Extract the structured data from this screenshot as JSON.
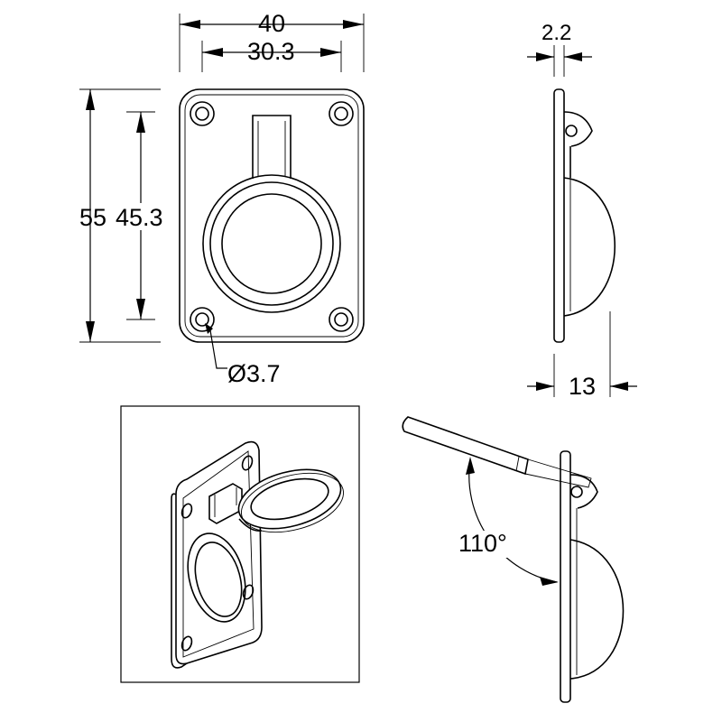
{
  "dimensions": {
    "overall_width": "40",
    "hole_spacing_width": "30.3",
    "overall_height": "55",
    "hole_spacing_height": "45.3",
    "hole_diameter": "Ø3.7",
    "plate_thickness": "2.2",
    "depth": "13",
    "opening_angle": "110°"
  }
}
